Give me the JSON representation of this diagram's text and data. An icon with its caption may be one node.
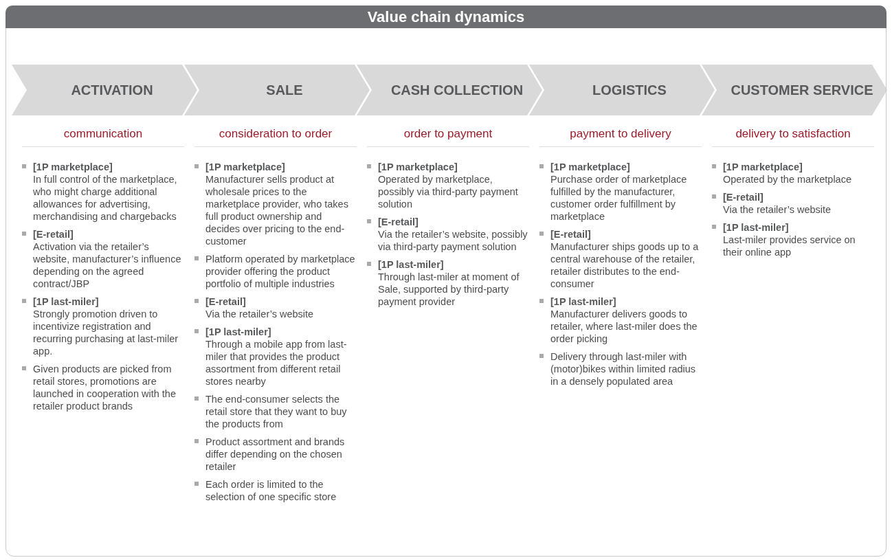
{
  "diagram": {
    "title": "Value chain dynamics",
    "nodes": [
      {
        "text": [
          "ACTIVATION"
        ],
        "beside": [
          "communication",
          "**[1P marketplace]** In full control of the marketplace, who might charge additional allowances for advertising, merchandising and chargebacks",
          "**[E-retail]** Activation via the retailer’s website, manufacturer’s influence depending on the agreed contract/JBP",
          "**[1P last-miler]** Strongly promotion driven to incentivize registration and recurring purchasing at last-miler app.",
          "Given products are picked from retail stores, promotions are launched in cooperation with the retailer product brands"
        ]
      },
      {
        "text": [
          "SALE"
        ],
        "beside": [
          "consideration to order",
          "**[1P marketplace]** Manufacturer sells product at wholesale prices to the marketplace provider, who takes full product ownership and decides over pricing to the end-customer",
          "Platform operated by marketplace provider offering the product portfolio of multiple industries",
          "**[E-retail]** Via the retailer’s website",
          "**[1P last-miler]** Through a mobile app from last-miler that provides the product assortment from different retail stores nearby",
          "The end-consumer selects the retail store that they want to buy the products from",
          "Product assortment and brands differ depending on the chosen retailer",
          "Each order is limited to the selection of one specific store"
        ]
      },
      {
        "text": [
          "CASH COLLECTION"
        ],
        "beside": [
          "order to payment",
          "**[1P marketplace]** Operated by marketplace, possibly via third-party payment solution",
          "**[E-retail]** Via the retailer’s website, possibly via third-party payment solution",
          "**[1P last-miler]** Through last-miler at moment of Sale, supported by third-party payment provider"
        ]
      },
      {
        "text": [
          "LOGISTICS"
        ],
        "beside": [
          "payment to delivery",
          "**[1P marketplace]** Purchase order of marketplace fulfilled by the manufacturer, customer order fulfillment by marketplace",
          "**[E-retail]** Manufacturer ships goods up to a central warehouse of the retailer, retailer distributes to the end-consumer",
          "**[1P last-miler]** Manufacturer delivers goods to retailer, where last-miler does the order picking",
          "Delivery through last-miler with (motor)bikes within limited radius in a densely populated area"
        ]
      },
      {
        "text": [
          "CUSTOMER SERVICE"
        ],
        "beside": [
          "delivery to satisfaction",
          "**[1P marketplace]** Operated by the marketplace",
          "**[E-retail]** Via the retailer’s website",
          "**[1P last-miler]** Last-miler provides service on their online app"
        ]
      }
    ],
    "edges": []
  }
}
